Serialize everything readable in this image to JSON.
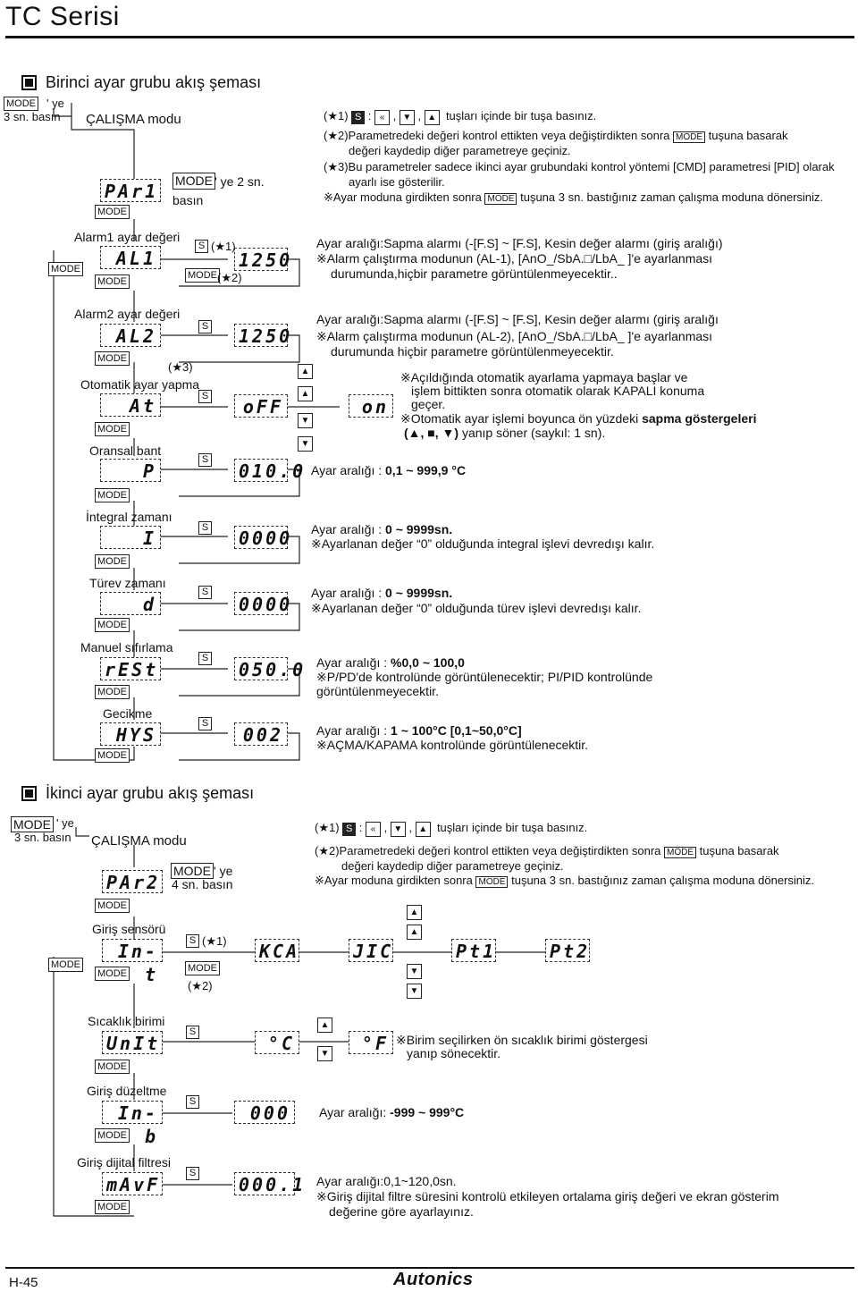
{
  "header": {
    "title": "TC Serisi"
  },
  "section1": {
    "title": "Birinci ayar grubu akış şeması",
    "mode_hold": "MODE",
    "mode_hold_suffix": "' ye",
    "mode_hold_time": "3 sn. basın",
    "run_mode": "ÇALIŞMA modu",
    "group_display": "PAr1",
    "enter_mode": "MODE",
    "enter_suffix": "' ye 2 sn.",
    "enter_press": "basın",
    "legend": {
      "star1_prefix": "(★1)",
      "star1_text": "tuşları içinde bir tuşa basınız.",
      "star2_line1_a": "(★2)Parametredeki değeri kontrol ettikten veya değiştirdikten sonra",
      "star2_line1_b": "tuşuna basarak",
      "star2_line2": "değeri kaydedip diğer parametreye geçiniz.",
      "star3_line1": "(★3)Bu parametreler sadece ikinci ayar grubundaki kontrol yöntemi [CMD] parametresi [PID] olarak",
      "star3_line2": "ayarlı ise gösterilir.",
      "exit_a": "※Ayar moduna girdikten sonra",
      "exit_b": "tuşuna 3 sn. bastığınız zaman çalışma moduna dönersiniz."
    },
    "params": [
      {
        "label": "Alarm1 ayar değeri",
        "code": "AL1",
        "value": "1250",
        "note1": "Ayar aralığı:Sapma alarmı (-[F.S] ~ [F.S], Kesin değer alarmı (giriş aralığı)",
        "note2": "※Alarm çalıştırma modunun (AL-1), [AnO_/SbA.□/LbA_ ]'e ayarlanması",
        "note3": "durumunda,hiçbir parametre görüntülenmeyecektir.."
      },
      {
        "label": "Alarm2 ayar değeri",
        "code": "AL2",
        "value": "1250",
        "note1": "Ayar aralığı:Sapma alarmı (-[F.S] ~ [F.S], Kesin değer alarmı (giriş aralığı",
        "note2": "※Alarm çalıştırma modunun (AL-2), [AnO_/SbA.□/LbA_ ]'e ayarlanması",
        "note3": "durumunda hiçbir parametre görüntülenmeyecektir."
      },
      {
        "label": "Otomatik ayar yapma",
        "code": "At",
        "value": "oFF",
        "value2": "on",
        "note1": "※Açıldığında otomatik ayarlama yapmaya başlar ve",
        "note2": "işlem bittikten sonra otomatik olarak KAPALI konuma",
        "note3": "geçer.",
        "note4": "※Otomatik ayar işlemi boyunca ön yüzdeki",
        "note4_bold": "sapma göstergeleri",
        "note5_bold": "(▲, ■, ▼)",
        "note5": "yanıp söner (saykıl: 1 sn)."
      },
      {
        "label": "Oransal bant",
        "code": "P",
        "value": "010.0",
        "note1": "Ayar aralığı :",
        "note1_bold": "0,1 ~ 999,9 °C"
      },
      {
        "label": "İntegral zamanı",
        "code": "I",
        "value": "0000",
        "note1": "Ayar aralığı :",
        "note1_bold": "0 ~ 9999sn.",
        "note2": "※Ayarlanan değer “0” olduğunda integral işlevi devredışı kalır."
      },
      {
        "label": "Türev zamanı",
        "code": "d",
        "value": "0000",
        "note1": "Ayar aralığı :",
        "note1_bold": "0 ~ 9999sn.",
        "note2": "※Ayarlanan değer “0” olduğunda türev işlevi devredışı kalır."
      },
      {
        "label": "Manuel sıfırlama",
        "code": "rESt",
        "value": "050.0",
        "note1": "Ayar aralığı :",
        "note1_bold": "%0,0 ~ 100,0",
        "note2": "※P/PD'de kontrolünde görüntülenecektir; PI/PID kontrolünde",
        "note3": "görüntülenmeyecektir."
      },
      {
        "label": "Gecikme",
        "code": "HYS",
        "value": "002",
        "note1": "Ayar aralığı   :",
        "note1_bold": "1 ~ 100°C [0,1~50,0°C]",
        "note2": "※AÇMA/KAPAMA kontrolünde görüntülenecektir."
      }
    ]
  },
  "section2": {
    "title": "İkinci ayar grubu akış şeması",
    "mode_hold": "MODE",
    "mode_hold_suffix": "' ye",
    "mode_hold_time": "3 sn. basın",
    "run_mode": "ÇALIŞMA modu",
    "group_display": "PAr2",
    "enter_mode": "MODE",
    "enter_suffix": "' ye",
    "enter_press": "4 sn. basın",
    "legend": {
      "star1_prefix": "(★1)",
      "star1_text": "tuşları içinde bir tuşa basınız.",
      "star2_line1_a": "(★2)Parametredeki değeri kontrol ettikten veya değiştirdikten sonra",
      "star2_line1_b": "tuşuna basarak",
      "star2_line2": "değeri kaydedip diğer parametreye geçiniz.",
      "exit_a": "※Ayar moduna girdikten sonra",
      "exit_b": "tuşuna 3 sn. bastığınız zaman çalışma moduna dönersiniz."
    },
    "params": [
      {
        "label": "Giriş sensörü",
        "code": "In-t",
        "options": [
          "KCA",
          "JIC",
          "Pt1",
          "Pt2"
        ]
      },
      {
        "label": "Sıcaklık birimi",
        "code": "UnIt",
        "options": [
          "°C",
          "°F"
        ],
        "note1": "※Birim seçilirken ön sıcaklık birimi göstergesi",
        "note2": "yanıp sönecektir."
      },
      {
        "label": "Giriş düzeltme",
        "code": "In-b",
        "value": "000",
        "note1": "Ayar aralığı:",
        "note1_bold": "-999 ~ 999°C"
      },
      {
        "label": "Giriş dijital filtresi",
        "code": "mAvF",
        "value": "000.1",
        "note1": "Ayar aralığı:0,1~120,0sn.",
        "note2": "※Giriş dijital filtre süresini kontrolü etkileyen ortalama giriş değeri ve ekran gösterim",
        "note3": "değerine göre ayarlayınız."
      }
    ]
  },
  "keys": {
    "mode": "MODE",
    "set": "S",
    "star1": "(★1)",
    "star2": "(★2)",
    "star3": "(★3)"
  },
  "footer": {
    "page": "H-45",
    "brand": "Autonics"
  }
}
